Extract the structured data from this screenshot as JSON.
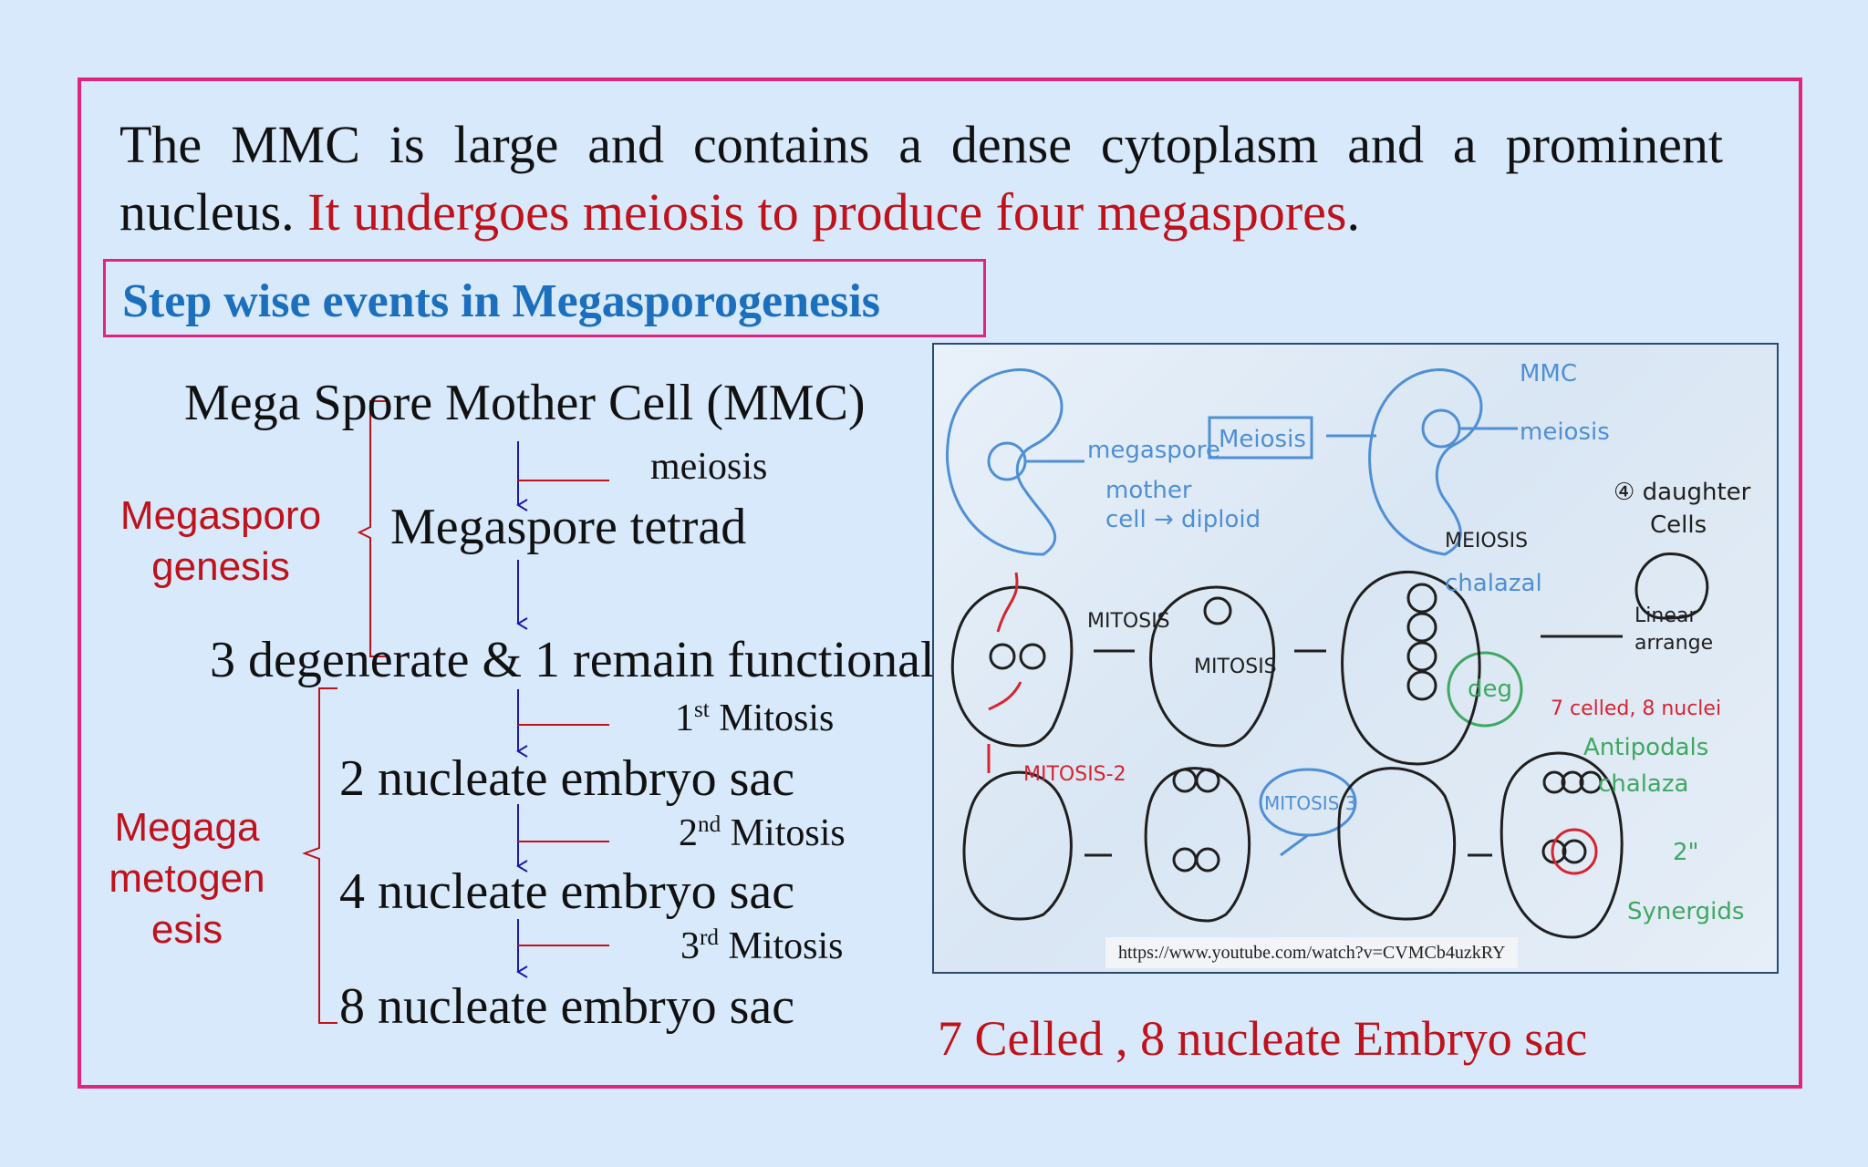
{
  "paragraph": {
    "black": "The MMC is large and contains a dense cytoplasm and a prominent nucleus.",
    "red": "It undergoes meiosis to produce four megaspores",
    "end": "."
  },
  "step_title": "Step wise events in Megasporogenesis",
  "flow": {
    "mmc": "Mega Spore Mother Cell (MMC)",
    "meiosis": "meiosis",
    "tetrad": "Megaspore tetrad",
    "degenerate": "3 degenerate & 1 remain functional",
    "mitosis1_num": "1",
    "mitosis1_sup": "st",
    "mitosis1_word": "Mitosis",
    "two_nucleate": "2 nucleate embryo sac",
    "mitosis2_num": "2",
    "mitosis2_sup": "nd",
    "mitosis2_word": "Mitosis",
    "four_nucleate": "4 nucleate embryo sac",
    "mitosis3_num": "3",
    "mitosis3_sup": "rd",
    "mitosis3_word": "Mitosis",
    "eight_nucleate": "8 nucleate embryo sac"
  },
  "labels": {
    "megasporogenesis_line1": "Megasporo",
    "megasporogenesis_line2": "genesis",
    "megagametogenesis_line1": "Megaga",
    "megagametogenesis_line2": "metogen",
    "megagametogenesis_line3": "esis"
  },
  "photo": {
    "url": "https://www.youtube.com/watch?v=CVMCb4uzkRY",
    "notes": {
      "megaspore": "megaspore",
      "meiosis_box": "Meiosis",
      "mother": "mother",
      "cell_diploid": "cell → diploid",
      "mmc": "MMC",
      "meiosis_side": "meiosis",
      "four_daughter": "④ daughter",
      "cells": "Cells",
      "meiosis_caps": "MEIOSIS",
      "chalazal": "chalazal",
      "linear": "Linear",
      "arrange": "arrange",
      "mitosis_a": "MITOSIS",
      "mitosis_b": "MITOSIS",
      "deg": "deg",
      "seven_celled": "7 celled, 8 nuclei",
      "antipodals": "Antipodals",
      "chalaza": "chalaza",
      "mitosis2": "MITOSIS-2",
      "mitosis3": "MITOSIS 3",
      "two_quote": "2\"",
      "synergids": "Synergids"
    }
  },
  "caption": "7 Celled , 8 nucleate Embryo sac",
  "colors": {
    "background": "#d7e9fb",
    "frame": "#e2257a",
    "title_blue": "#1b6fbd",
    "red_text": "#c0121b",
    "arrow_blue": "#1a1aa6",
    "bracket_red": "#c0121b"
  }
}
